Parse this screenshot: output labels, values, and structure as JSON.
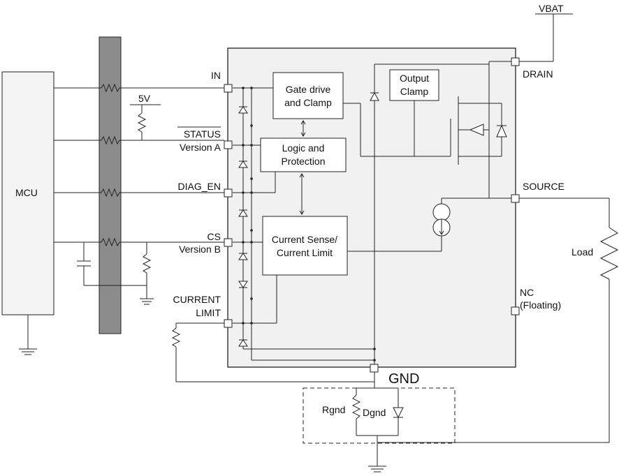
{
  "mcu": {
    "label": "MCU"
  },
  "supply": {
    "vbat": "VBAT",
    "v5": "5V"
  },
  "pins": {
    "in": "IN",
    "status": "STATUS",
    "version_a": "Version A",
    "diag_en": "DIAG_EN",
    "cs": "CS",
    "version_b": "Version B",
    "current_limit_1": "CURRENT",
    "current_limit_2": "LIMIT",
    "drain": "DRAIN",
    "source": "SOURCE",
    "nc": "NC",
    "nc_floating": "(Floating)",
    "gnd": "GND"
  },
  "blocks": {
    "gate_drive_1": "Gate drive",
    "gate_drive_2": "and Clamp",
    "logic_1": "Logic and",
    "logic_2": "Protection",
    "current_sense_1": "Current Sense/",
    "current_sense_2": "Current Limit",
    "output_clamp_1": "Output",
    "output_clamp_2": "Clamp"
  },
  "components": {
    "load": "Load",
    "rgnd": "Rgnd",
    "dgnd": "Dgnd"
  }
}
